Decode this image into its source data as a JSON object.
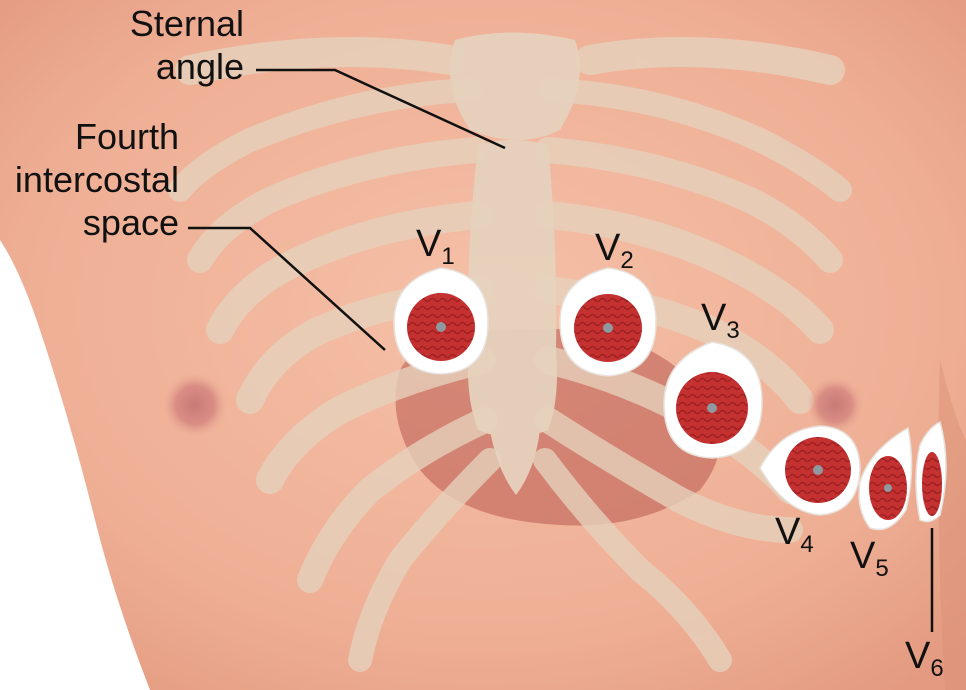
{
  "labels": {
    "sternal_angle": [
      "Sternal",
      "angle"
    ],
    "fourth_ics": [
      "Fourth",
      "intercostal",
      "space"
    ]
  },
  "leads": [
    {
      "letter": "V",
      "sub": "1"
    },
    {
      "letter": "V",
      "sub": "2"
    },
    {
      "letter": "V",
      "sub": "3"
    },
    {
      "letter": "V",
      "sub": "4"
    },
    {
      "letter": "V",
      "sub": "5"
    },
    {
      "letter": "V",
      "sub": "6"
    }
  ],
  "colors": {
    "skin": "#efb39a",
    "bone": "#e6d2bd",
    "heart": "#b9584f",
    "electrode_pad": "#ffffff",
    "electrode_gel": "#c53131",
    "electrode_snap": "#8f9aa0",
    "leader_line": "#111111"
  }
}
